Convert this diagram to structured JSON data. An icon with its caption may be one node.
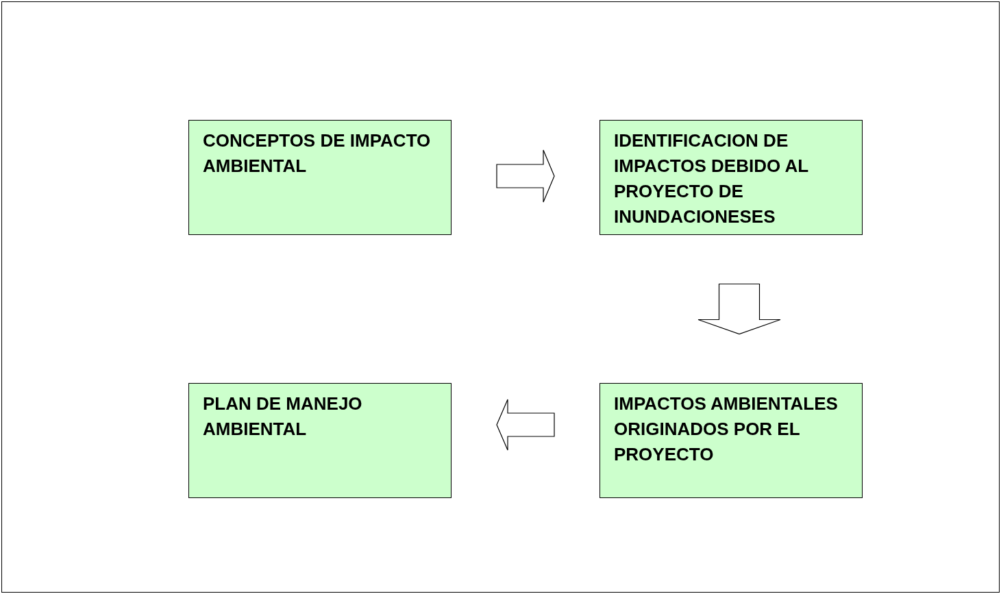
{
  "diagram": {
    "nodes": [
      {
        "text": [
          "CONCEPTOS DE IMPACTO AMBIENTAL"
        ]
      },
      {
        "text": [
          "IDENTIFICACION DE IMPACTOS DEBIDO AL PROYECTO DE INUNDACIONESES"
        ]
      },
      {
        "text": [
          "PLAN DE MANEJO AMBIENTAL"
        ]
      },
      {
        "text": [
          "IMPACTOS AMBIENTALES ORIGINADOS POR EL PROYECTO"
        ]
      }
    ],
    "edges": [
      {
        "from": 0,
        "to": 1,
        "arrow": "to"
      },
      {
        "from": 1,
        "to": 3,
        "arrow": "to"
      },
      {
        "from": 3,
        "to": 2,
        "arrow": "to"
      }
    ]
  }
}
